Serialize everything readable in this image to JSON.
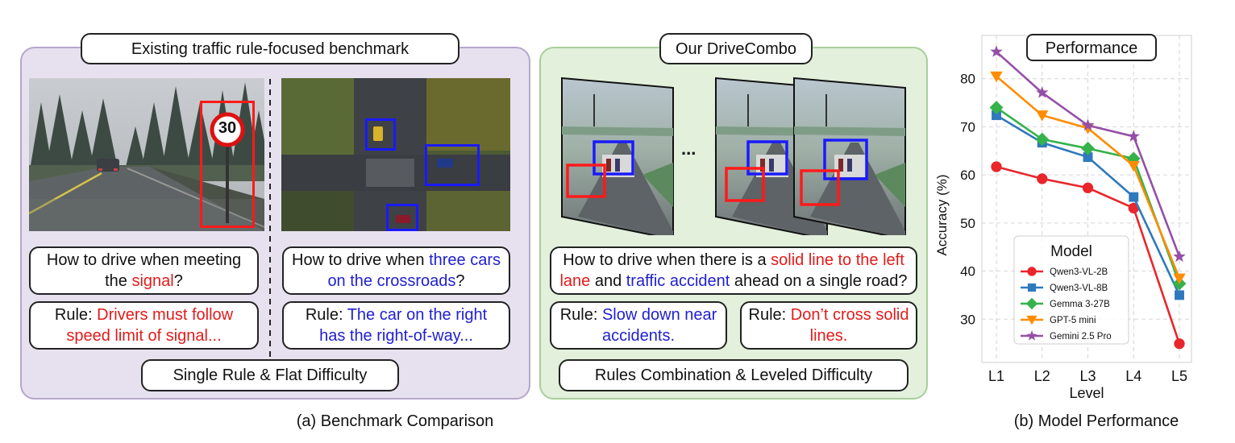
{
  "panel_a": {
    "title": "Existing traffic rule-focused benchmark",
    "speed_sign": "30",
    "q1_pre": "How to drive when meeting the ",
    "q1_hl": "signal",
    "q1_post": "?",
    "q2_pre": "How to drive when ",
    "q2_hl": "three cars on the crossroads",
    "q2_post": "?",
    "rule1_prefix": "Rule: ",
    "rule1_text": "Drivers must follow speed limit of signal...",
    "rule2_prefix": "Rule: ",
    "rule2_text": "The car on the right has the right-of-way...",
    "footer": "Single Rule & Flat Difficulty"
  },
  "panel_b": {
    "title": "Our DriveCombo",
    "ellipsis": "...",
    "q_pre": "How to drive when there is a ",
    "q_hl1": "solid line to the left lane",
    "q_mid": " and ",
    "q_hl2": "traffic accident",
    "q_post": " ahead on a single road?",
    "rule1_prefix": "Rule: ",
    "rule1_text": "Slow down near accidents.",
    "rule2_prefix": "Rule: ",
    "rule2_text": "Don’t cross solid lines.",
    "footer": "Rules Combination & Leveled Difficulty"
  },
  "captions": {
    "a": "(a) Benchmark Comparison",
    "b": "(b) Model Performance"
  },
  "chart_data": {
    "type": "line",
    "title": "Performance",
    "xlabel": "Level",
    "ylabel": "Accuracy (%)",
    "categories": [
      "L1",
      "L2",
      "L3",
      "L4",
      "L5"
    ],
    "yticks": [
      30,
      40,
      50,
      60,
      70,
      80
    ],
    "ylim": [
      21,
      89
    ],
    "grid": true,
    "legend_title": "Model",
    "legend_position": "lower-left",
    "series": [
      {
        "name": "Qwen3-VL-2B",
        "color": "#e8262b",
        "marker": "circle",
        "values": [
          61.7,
          59.2,
          57.3,
          53.1,
          24.9
        ]
      },
      {
        "name": "Qwen3-VL-8B",
        "color": "#2f79bd",
        "marker": "square",
        "values": [
          72.4,
          66.7,
          63.7,
          55.4,
          35.0
        ]
      },
      {
        "name": "Gemma 3-27B",
        "color": "#35b24b",
        "marker": "diamond",
        "values": [
          74.0,
          67.4,
          65.5,
          63.4,
          37.4
        ]
      },
      {
        "name": "GPT-5 mini",
        "color": "#ff8c00",
        "marker": "triangle-down",
        "values": [
          80.5,
          72.4,
          69.7,
          61.9,
          38.5
        ]
      },
      {
        "name": "Gemini 2.5 Pro",
        "color": "#9450a8",
        "marker": "star",
        "values": [
          85.6,
          77.1,
          70.3,
          68.0,
          43.0
        ]
      }
    ]
  }
}
